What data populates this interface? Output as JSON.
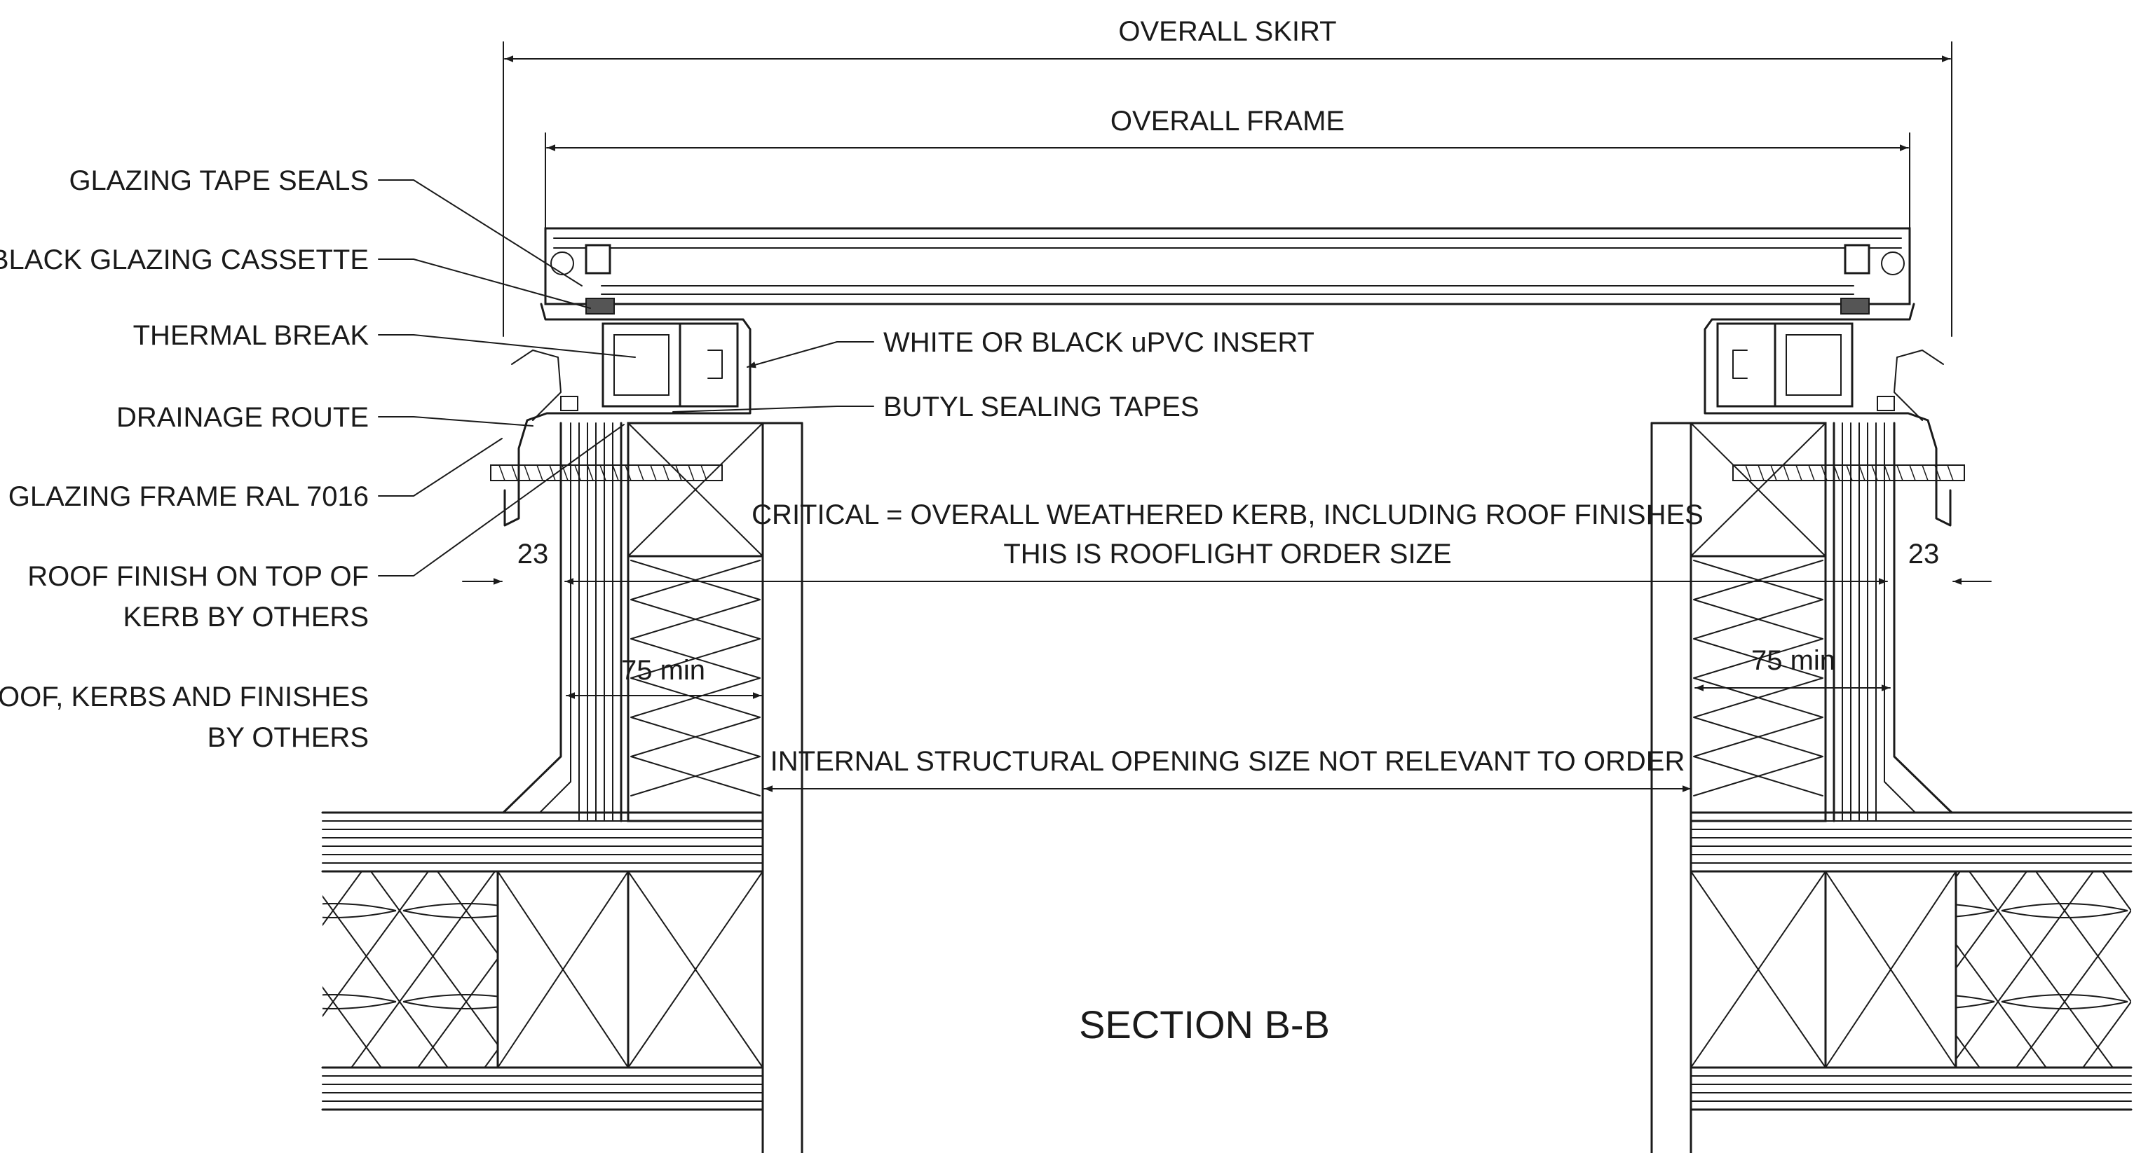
{
  "labels": {
    "glazing_tape_seals": "GLAZING TAPE SEALS",
    "black_glazing_cassette": "BLACK GLAZING CASSETTE",
    "thermal_break": "THERMAL BREAK",
    "drainage_route": "DRAINAGE ROUTE",
    "glazing_frame": "GLAZING FRAME RAL 7016",
    "roof_finish_line1": "ROOF FINISH ON TOP OF",
    "roof_finish_line2": "KERB BY OTHERS",
    "roof_kerbs_line1": "ROOF, KERBS AND FINISHES",
    "roof_kerbs_line2": "BY OTHERS",
    "upvc_insert": "WHITE OR BLACK uPVC INSERT",
    "butyl_tapes": "BUTYL SEALING TAPES"
  },
  "dimensions": {
    "overall_skirt": "OVERALL SKIRT",
    "overall_frame": "OVERALL FRAME",
    "critical_line1": "CRITICAL = OVERALL WEATHERED KERB, INCLUDING ROOF FINISHES",
    "critical_line2": "THIS IS ROOFLIGHT ORDER SIZE",
    "offset_left": "23",
    "offset_right": "23",
    "min_left": "75 min",
    "min_right": "75 min",
    "internal_opening": "INTERNAL STRUCTURAL OPENING SIZE NOT RELEVANT TO ORDER"
  },
  "section_title": "SECTION B-B"
}
